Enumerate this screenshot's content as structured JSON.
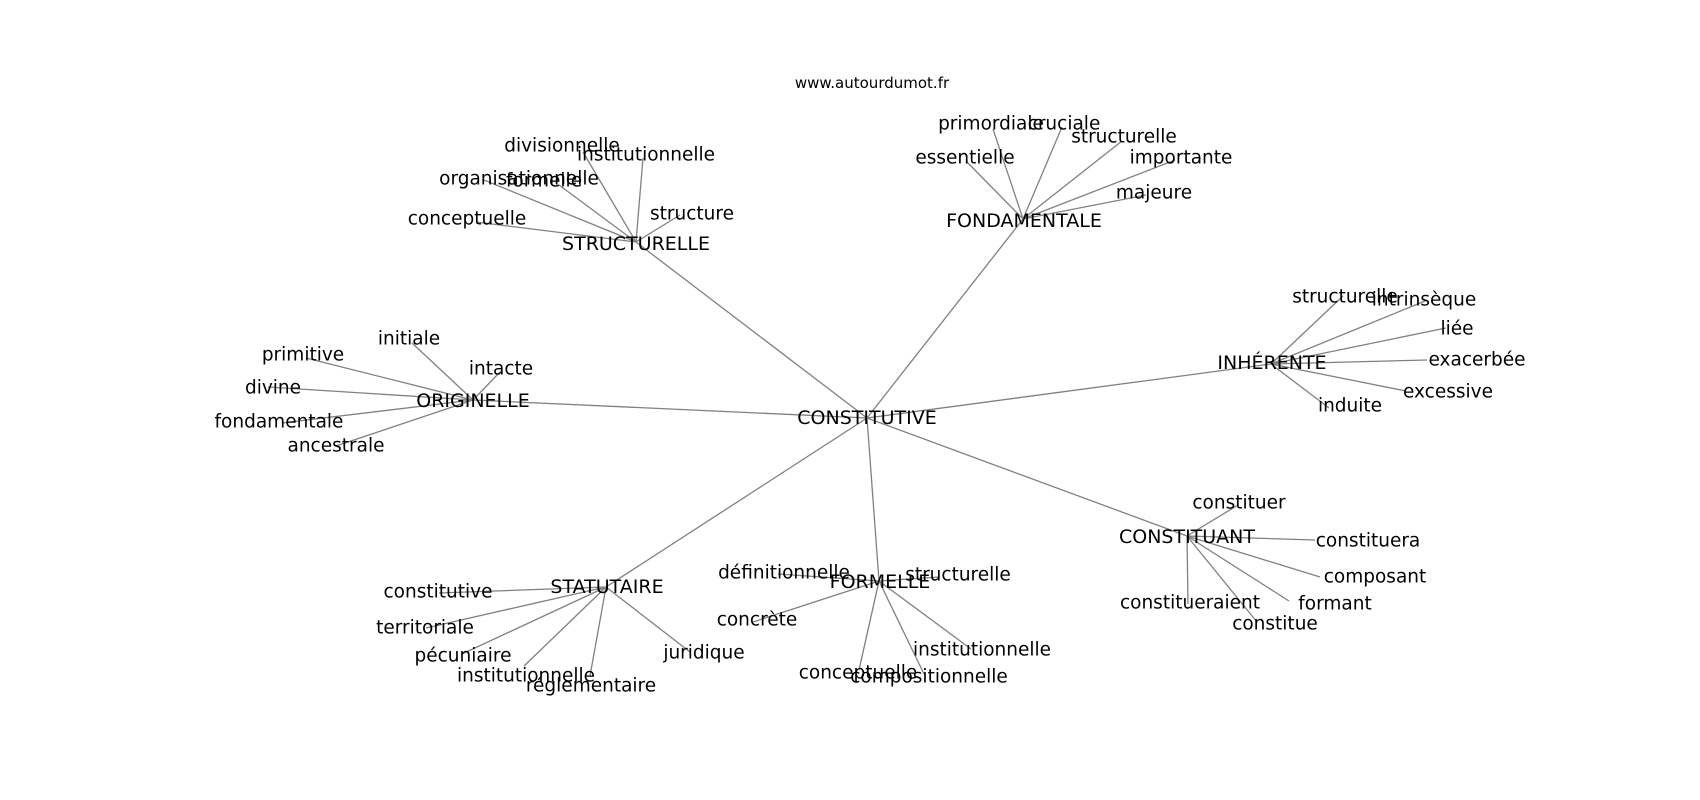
{
  "header": {
    "site": "www.autourdumot.fr"
  },
  "graph": {
    "root": "CONSTITUTIVE",
    "clusters": [
      {
        "id": "structurelle",
        "label": "STRUCTURELLE",
        "words": [
          "divisionnelle",
          "institutionnelle",
          "organisationnelle",
          "formelle",
          "structure",
          "conceptuelle"
        ]
      },
      {
        "id": "fondamentale",
        "label": "FONDAMENTALE",
        "words": [
          "primordiale",
          "cruciale",
          "structurelle",
          "essentielle",
          "importante",
          "majeure"
        ]
      },
      {
        "id": "inherente",
        "label": "INHÉRENTE",
        "words": [
          "structurelle",
          "intrinsèque",
          "liée",
          "exacerbée",
          "excessive",
          "induite"
        ]
      },
      {
        "id": "originelle",
        "label": "ORIGINELLE",
        "words": [
          "initiale",
          "primitive",
          "intacte",
          "divine",
          "fondamentale",
          "ancestrale"
        ]
      },
      {
        "id": "constituant",
        "label": "CONSTITUANT",
        "words": [
          "constituer",
          "constituera",
          "composant",
          "formant",
          "constitueraient",
          "constitue"
        ]
      },
      {
        "id": "statutaire",
        "label": "STATUTAIRE",
        "words": [
          "constitutive",
          "territoriale",
          "pécuniaire",
          "juridique",
          "institutionnelle",
          "réglementaire"
        ]
      },
      {
        "id": "formelle",
        "label": "FORMELLE",
        "words": [
          "définitionnelle",
          "structurelle",
          "concrète",
          "institutionnelle",
          "conceptuelle",
          "compositionnelle"
        ]
      }
    ]
  }
}
